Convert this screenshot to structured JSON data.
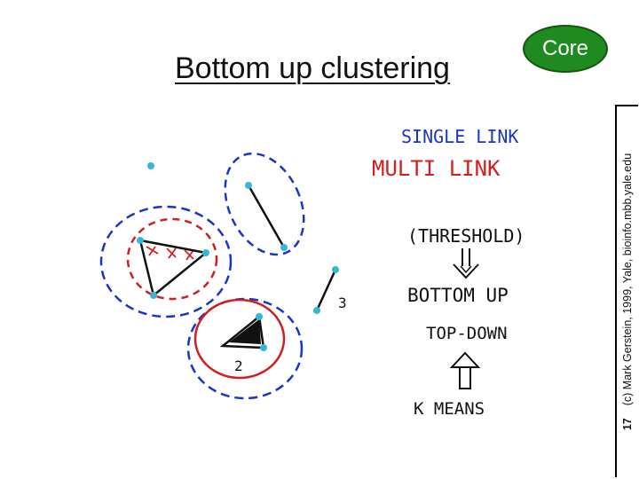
{
  "slide": {
    "title": "Bottom up clustering",
    "badge": "Core",
    "sidebar_number": "17",
    "sidebar_credit": "(c) Mark Gerstein, 1999, Yale, bioinfo.mbb.yale.edu"
  },
  "diagram": {
    "cluster_labels": [
      "2",
      "3"
    ],
    "legend": {
      "single_link": "SINGLE LINK",
      "multi_link": "MULTI LINK"
    },
    "steps": [
      "(THRESHOLD)",
      "BOTTOM UP",
      "TOP-DOWN",
      "K MEANS"
    ],
    "colors": {
      "single_link": "#1a35c9",
      "multi_link": "#d11f1f",
      "points": "#35b7d8",
      "badge": "#1f8a1f"
    }
  }
}
